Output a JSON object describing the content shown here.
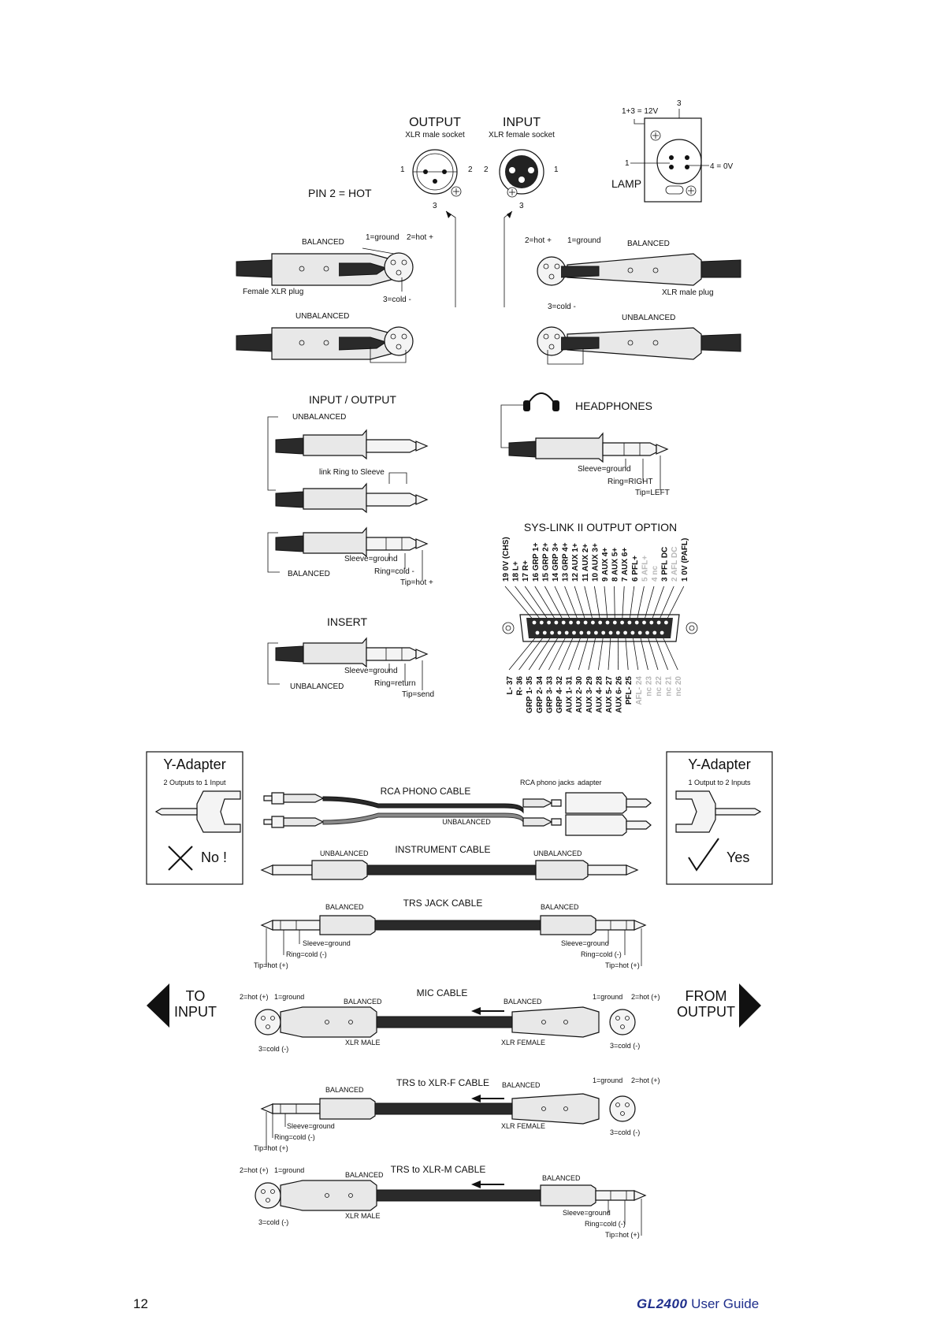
{
  "top": {
    "output_title": "OUTPUT",
    "output_sub": "XLR male socket",
    "input_title": "INPUT",
    "input_sub": "XLR female socket",
    "pin2hot": "PIN 2 = HOT",
    "pin1": "1",
    "pin2": "2",
    "pin3": "3",
    "lamp": {
      "title": "LAMP",
      "v12": "1+3 = 12V",
      "v0": "4 = 0V",
      "p1": "1",
      "p3": "3"
    }
  },
  "xlr_wiring": {
    "balanced": "BALANCED",
    "unbalanced": "UNBALANCED",
    "ground": "1=ground",
    "hot": "2=hot +",
    "cold": "3=cold -",
    "female_plug": "Female XLR plug",
    "male_plug": "XLR male plug"
  },
  "jacks": {
    "io_title": "INPUT / OUTPUT",
    "unbalanced": "UNBALANCED",
    "link": "link Ring to Sleeve",
    "balanced": "BALANCED",
    "sleeve": "Sleeve=ground",
    "ring_cold": "Ring=cold -",
    "tip_hot": "Tip=hot +",
    "insert_title": "INSERT",
    "ring_return": "Ring=return",
    "tip_send": "Tip=send",
    "headphones": "HEADPHONES",
    "ring_right": "Ring=RIGHT",
    "tip_left": "Tip=LEFT"
  },
  "syslink": {
    "title": "SYS-LINK II OUTPUT OPTION",
    "top_pins": [
      {
        "label": "19 0V (CHS)",
        "active": true
      },
      {
        "label": "18 L+",
        "active": true
      },
      {
        "label": "17 R+",
        "active": true
      },
      {
        "label": "16 GRP 1+",
        "active": true
      },
      {
        "label": "15 GRP 2+",
        "active": true
      },
      {
        "label": "14 GRP 3+",
        "active": true
      },
      {
        "label": "13 GRP 4+",
        "active": true
      },
      {
        "label": "12 AUX 1+",
        "active": true
      },
      {
        "label": "11 AUX 2+",
        "active": true
      },
      {
        "label": "10 AUX 3+",
        "active": true
      },
      {
        "label": "9 AUX 4+",
        "active": true
      },
      {
        "label": "8 AUX 5+",
        "active": true
      },
      {
        "label": "7 AUX 6+",
        "active": true
      },
      {
        "label": "6 PFL+",
        "active": true
      },
      {
        "label": "5 AFL+",
        "active": false
      },
      {
        "label": "4 nc",
        "active": false
      },
      {
        "label": "3 PFL DC",
        "active": true
      },
      {
        "label": "2 AFL DC",
        "active": false
      },
      {
        "label": "1 0V (PAFL)",
        "active": true
      }
    ],
    "bottom_pins": [
      {
        "label": "L- 37",
        "active": true
      },
      {
        "label": "R- 36",
        "active": true
      },
      {
        "label": "GRP 1- 35",
        "active": true
      },
      {
        "label": "GRP 2- 34",
        "active": true
      },
      {
        "label": "GRP 3- 33",
        "active": true
      },
      {
        "label": "GRP 4- 32",
        "active": true
      },
      {
        "label": "AUX 1- 31",
        "active": true
      },
      {
        "label": "AUX 2- 30",
        "active": true
      },
      {
        "label": "AUX 3- 29",
        "active": true
      },
      {
        "label": "AUX 4- 28",
        "active": true
      },
      {
        "label": "AUX 5- 27",
        "active": true
      },
      {
        "label": "AUX 6- 26",
        "active": true
      },
      {
        "label": "PFL- 25",
        "active": true
      },
      {
        "label": "AFL- 24",
        "active": false
      },
      {
        "label": "nc 23",
        "active": false
      },
      {
        "label": "nc 22",
        "active": false
      },
      {
        "label": "nc 21",
        "active": false
      },
      {
        "label": "nc 20",
        "active": false
      }
    ]
  },
  "yadapter_left": {
    "title": "Y-Adapter",
    "sub": "2 Outputs to 1 Input",
    "verdict": "No !"
  },
  "yadapter_right": {
    "title": "Y-Adapter",
    "sub": "1 Output to 2 Inputs",
    "verdict": "Yes"
  },
  "cables": {
    "rca_title": "RCA PHONO CABLE",
    "rca_jacks": "RCA phono jacks",
    "adapter": "adapter",
    "unbalanced": "UNBALANCED",
    "instrument_title": "INSTRUMENT CABLE",
    "trs_title": "TRS JACK CABLE",
    "balanced": "BALANCED",
    "sleeve": "Sleeve=ground",
    "ring_cold": "Ring=cold (-)",
    "tip_hot": "Tip=hot (+)",
    "mic_title": "MIC CABLE",
    "ground": "1=ground",
    "hot": "2=hot (+)",
    "cold": "3=cold (-)",
    "xlr_male": "XLR MALE",
    "xlr_female": "XLR FEMALE",
    "trs_xlrf_title": "TRS to XLR-F CABLE",
    "trs_xlrm_title": "TRS to XLR-M CABLE"
  },
  "direction": {
    "to_line1": "TO",
    "to_line2": "INPUT",
    "from_line1": "FROM",
    "from_line2": "OUTPUT"
  },
  "footer": {
    "page_number": "12",
    "brand": "GL2400",
    "guide": "User Guide"
  }
}
